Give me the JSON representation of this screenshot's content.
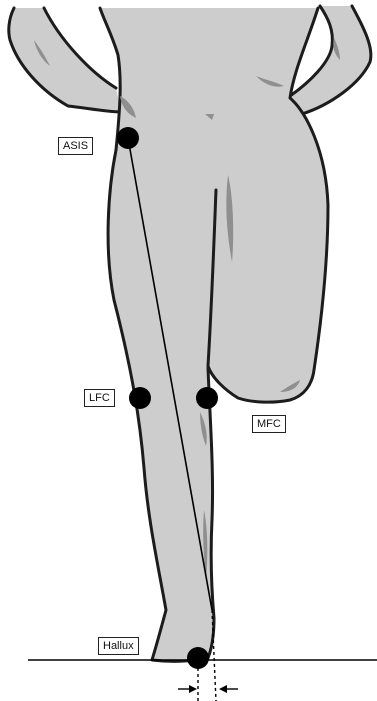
{
  "labels": {
    "asis": "ASIS",
    "lfc": "LFC",
    "mfc": "MFC",
    "hallux": "Hallux"
  }
}
